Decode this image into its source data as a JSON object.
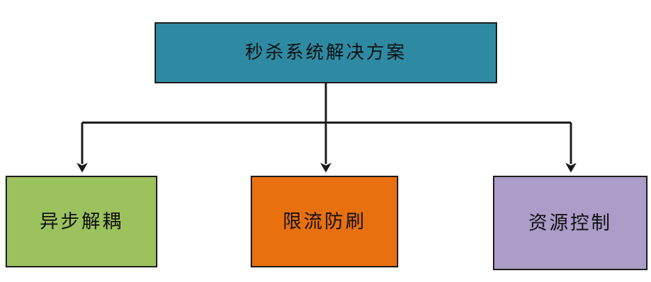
{
  "diagram": {
    "type": "flowchart-tree",
    "orientation": "top-down",
    "background_color": "#ffffff",
    "root": {
      "id": "root",
      "label": "秒杀系统解决方案",
      "fill_color": "#2e8aa2",
      "border_color": "#1b1b1b",
      "text_color": "#101010"
    },
    "children": [
      {
        "id": "child-0",
        "label": "异步解耦",
        "fill_color": "#9cc25e",
        "border_color": "#1b1b1b",
        "text_color": "#101010"
      },
      {
        "id": "child-1",
        "label": "限流防刷",
        "fill_color": "#e8700f",
        "border_color": "#1b1b1b",
        "text_color": "#101010"
      },
      {
        "id": "child-2",
        "label": "资源控制",
        "fill_color": "#ab9cc8",
        "border_color": "#1b1b1b",
        "text_color": "#101010"
      }
    ],
    "connectors": {
      "line_color": "#1b1b1b",
      "line_width": 3,
      "arrowhead_style": "filled-concave-triangle",
      "edges": [
        {
          "from": "root",
          "to": "child-0"
        },
        {
          "from": "root",
          "to": "child-1"
        },
        {
          "from": "root",
          "to": "child-2"
        }
      ]
    }
  }
}
